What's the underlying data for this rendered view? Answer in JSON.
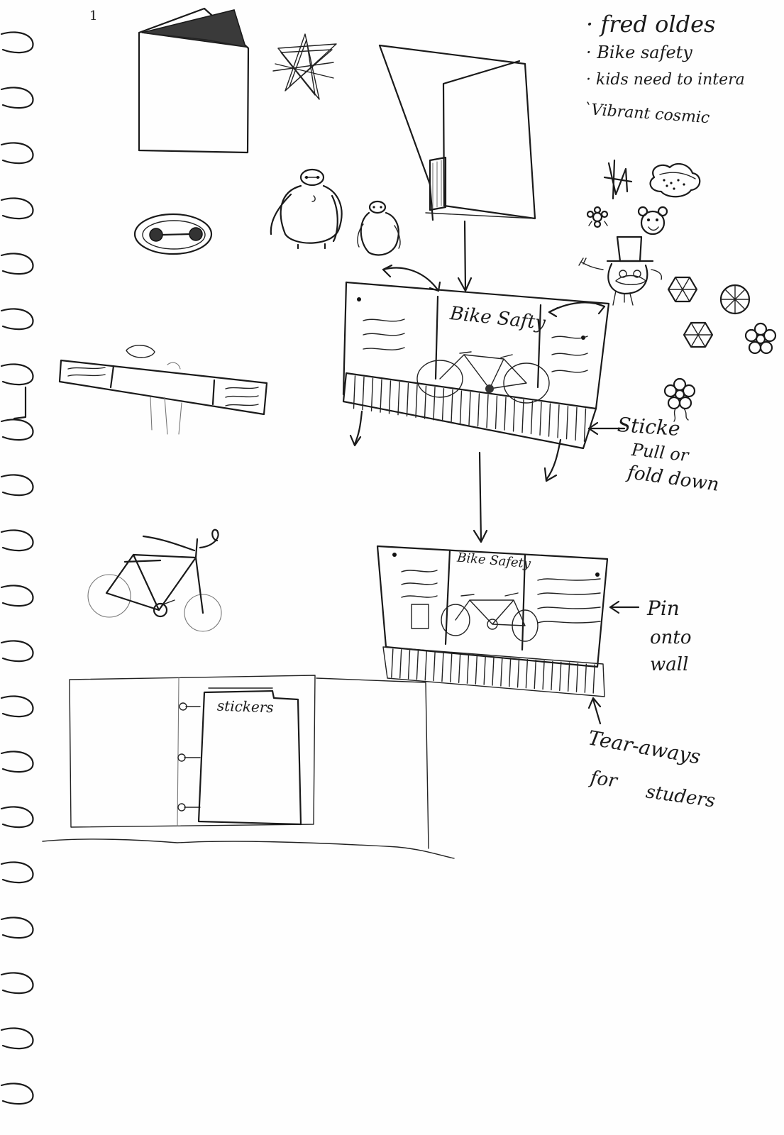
{
  "page_number": "1",
  "notes": {
    "line1": "fred oldes",
    "line2": "Bike safety",
    "line3": "kids need to intera",
    "line4": "Vibrant cosmic"
  },
  "poster_large": {
    "title": "Bike Safty"
  },
  "poster_small": {
    "title": "Bike Safety"
  },
  "annotations": {
    "sticker_note_line1": "Sticke",
    "sticker_note_line2": "Pull or",
    "sticker_note_line3": "fold down",
    "pin_note_line1": "Pin",
    "pin_note_line2": "onto",
    "pin_note_line3": "wall",
    "tear_note_line1": "Tear-aways",
    "tear_note_line2": "for",
    "tear_note_line3": "studers"
  },
  "folder": {
    "label": "stickers"
  },
  "icons": [
    "star-doodle-icon",
    "baymax-icon",
    "baymax-face-icon",
    "bicycle-icon",
    "flower-icon",
    "wheel-icon",
    "bear-face-icon",
    "cloud-icon",
    "top-hat-character-icon",
    "lightning-icon"
  ],
  "colors": {
    "ink": "#1a1a1a",
    "paper": "#fefefe"
  }
}
